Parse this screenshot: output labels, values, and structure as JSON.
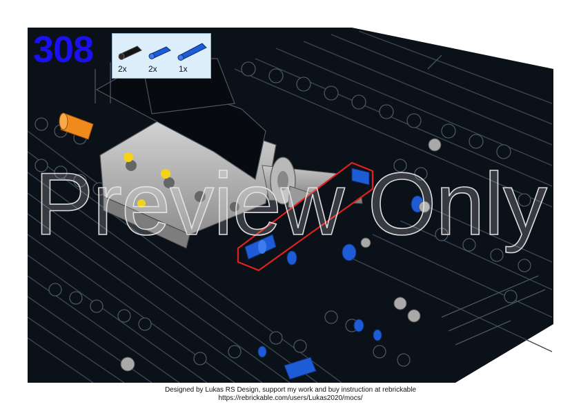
{
  "step": {
    "number": "308"
  },
  "parts": [
    {
      "icon": "black-friction-pin-icon",
      "qty": "2x"
    },
    {
      "icon": "blue-pin-icon",
      "qty": "2x"
    },
    {
      "icon": "blue-long-pin-icon",
      "qty": "1x"
    }
  ],
  "watermark": "Preview Only",
  "footer": {
    "line1": "Designed by Lukas RS Design, support my work and buy instruction at rebrickable",
    "line2": "https://rebrickable.com/users/Lukas2020/mocs/"
  },
  "colors": {
    "step_number": "#1a10f0",
    "parts_box": "#dceefa",
    "technic_black": "#0b1118",
    "technic_blue": "#1e5bd6",
    "technic_orange": "#f08a1c",
    "highlight": "#e32020"
  }
}
